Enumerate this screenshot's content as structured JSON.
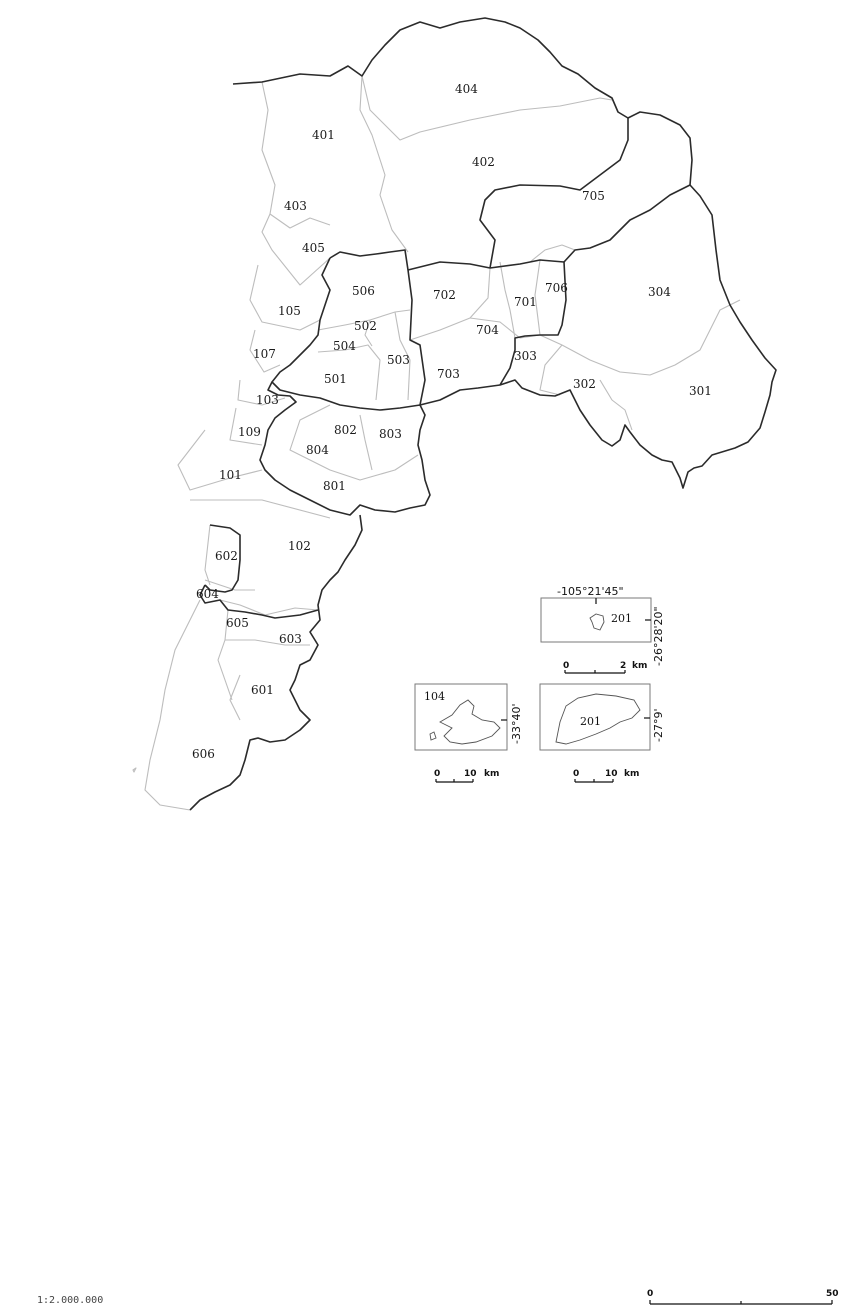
{
  "map": {
    "regions": [
      {
        "id": "r404",
        "label": "404"
      },
      {
        "id": "r401",
        "label": "401"
      },
      {
        "id": "r402",
        "label": "402"
      },
      {
        "id": "r705",
        "label": "705"
      },
      {
        "id": "r403",
        "label": "403"
      },
      {
        "id": "r405",
        "label": "405"
      },
      {
        "id": "r506",
        "label": "506"
      },
      {
        "id": "r702",
        "label": "702"
      },
      {
        "id": "r701",
        "label": "701"
      },
      {
        "id": "r706",
        "label": "706"
      },
      {
        "id": "r304",
        "label": "304"
      },
      {
        "id": "r105",
        "label": "105"
      },
      {
        "id": "r502",
        "label": "502"
      },
      {
        "id": "r704",
        "label": "704"
      },
      {
        "id": "r504",
        "label": "504"
      },
      {
        "id": "r503",
        "label": "503"
      },
      {
        "id": "r303",
        "label": "303"
      },
      {
        "id": "r107",
        "label": "107"
      },
      {
        "id": "r501",
        "label": "501"
      },
      {
        "id": "r703",
        "label": "703"
      },
      {
        "id": "r302",
        "label": "302"
      },
      {
        "id": "r301",
        "label": "301"
      },
      {
        "id": "r103",
        "label": "103"
      },
      {
        "id": "r109",
        "label": "109"
      },
      {
        "id": "r802",
        "label": "802"
      },
      {
        "id": "r803",
        "label": "803"
      },
      {
        "id": "r804",
        "label": "804"
      },
      {
        "id": "r101",
        "label": "101"
      },
      {
        "id": "r801",
        "label": "801"
      },
      {
        "id": "r102",
        "label": "102"
      },
      {
        "id": "r602",
        "label": "602"
      },
      {
        "id": "r604",
        "label": "604"
      },
      {
        "id": "r605",
        "label": "605"
      },
      {
        "id": "r603",
        "label": "603"
      },
      {
        "id": "r601",
        "label": "601"
      },
      {
        "id": "r606",
        "label": "606"
      }
    ]
  },
  "insets": {
    "top": {
      "longitude": "-105°21'45\"",
      "latitude": "-26°28'20\"",
      "label": "201",
      "scale": {
        "zero": "0",
        "max": "2",
        "unit": "km"
      }
    },
    "left": {
      "latitude": "-33°40'",
      "label": "104",
      "scale": {
        "zero": "0",
        "max": "10",
        "unit": "km"
      }
    },
    "right": {
      "latitude": "-27°9'",
      "label": "201",
      "scale": {
        "zero": "0",
        "max": "10",
        "unit": "km"
      }
    }
  },
  "footer": {
    "ratio": "1:2.000.000",
    "scale_zero": "0",
    "scale_max": "50"
  },
  "colors": {
    "major_border": "#2b2b2b",
    "minor_border": "#bdbdbd"
  }
}
